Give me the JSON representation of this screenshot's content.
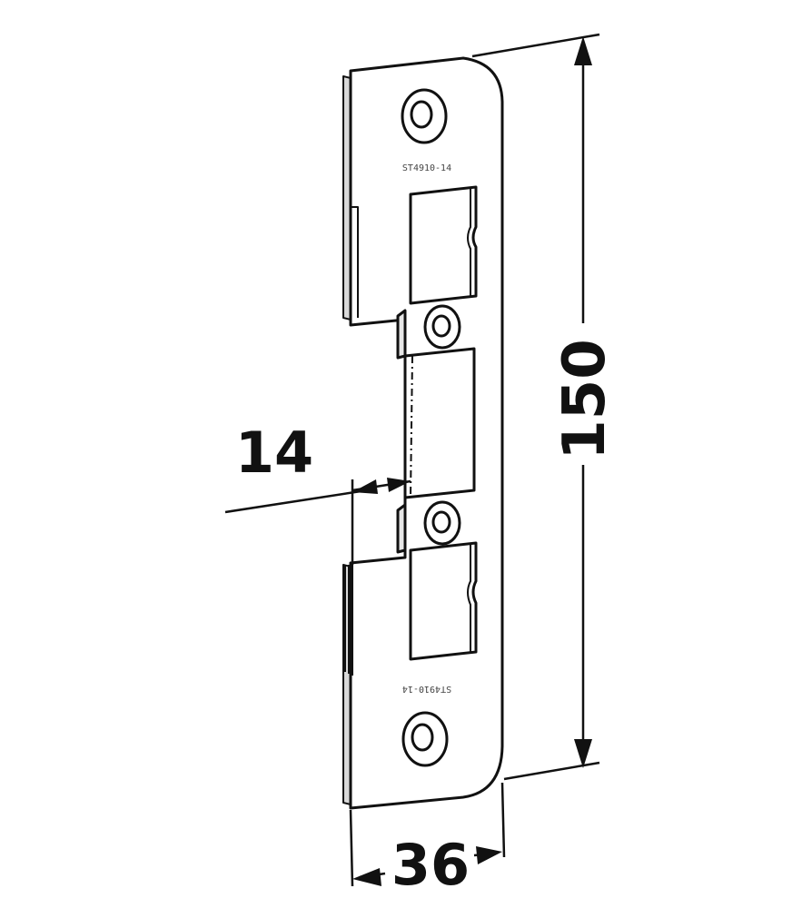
{
  "diagram": {
    "dimensions": {
      "height_label": "150",
      "width_label": "36",
      "offset_label": "14"
    },
    "engravings": {
      "top": "ST4910-14",
      "bottom": "ST4910-14"
    },
    "colors": {
      "line": "#111111",
      "plate_fill": "#ffffff",
      "shadow": "#cfcfcf"
    }
  }
}
